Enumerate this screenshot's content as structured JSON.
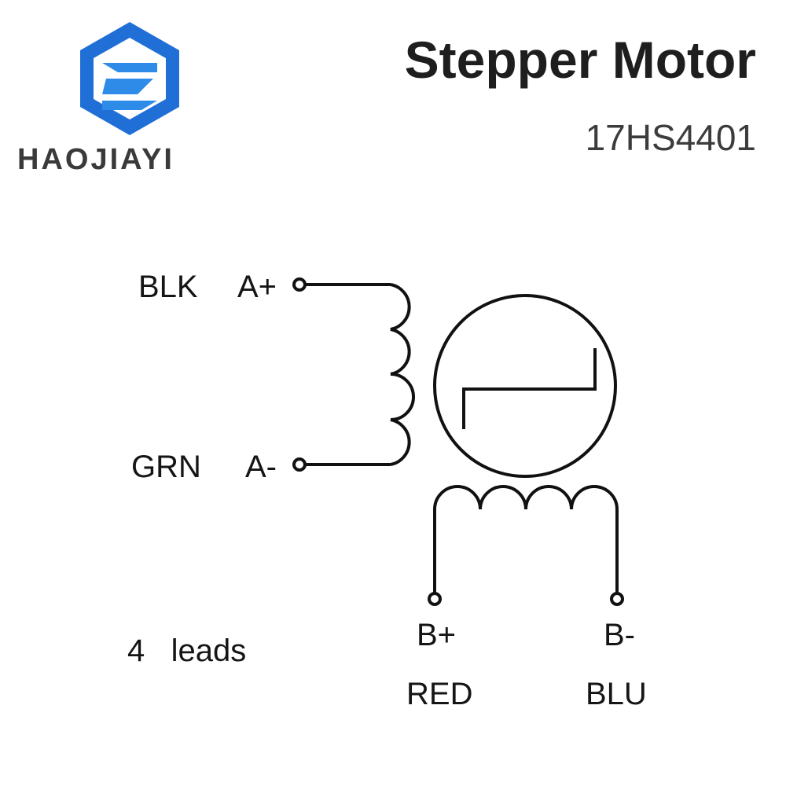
{
  "brand": {
    "name": "HAOJIAYI",
    "logo_colors": {
      "outer": "#1f6fd6",
      "inner": "#2e8ce8",
      "dark": "#3a3a3a"
    }
  },
  "header": {
    "title": "Stepper Motor",
    "model": "17HS4401"
  },
  "diagram": {
    "lead_count_label": "4   leads",
    "coil_a": {
      "top": {
        "color_code": "BLK",
        "terminal": "A+"
      },
      "bottom": {
        "color_code": "GRN",
        "terminal": "A-"
      }
    },
    "coil_b": {
      "left": {
        "terminal": "B+",
        "color_code": "RED"
      },
      "right": {
        "terminal": "B-",
        "color_code": "BLU"
      }
    },
    "line_color": "#111111"
  }
}
